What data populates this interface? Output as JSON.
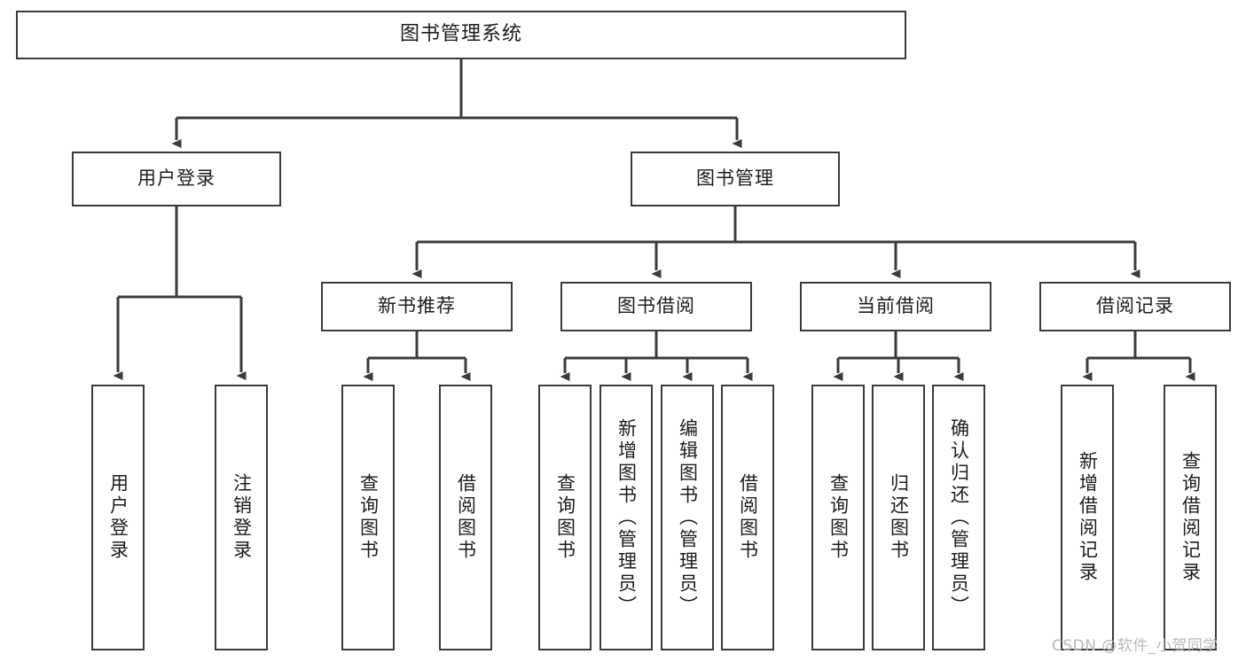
{
  "diagram": {
    "type": "tree-hierarchy",
    "title": "图书管理系统",
    "watermark": "CSDN @软件_小贺同学",
    "colors": {
      "background": "#ffffff",
      "box_border": "#3b3b3b",
      "connector": "#3b3b3b",
      "text": "#1c1c1c",
      "watermark": "#b9b9b9"
    },
    "root": {
      "label": "图书管理系统"
    },
    "level2": [
      {
        "label": "用户登录"
      },
      {
        "label": "图书管理"
      }
    ],
    "level3": [
      {
        "label": "新书推荐"
      },
      {
        "label": "图书借阅"
      },
      {
        "label": "当前借阅"
      },
      {
        "label": "借阅记录"
      }
    ],
    "leaves": {
      "user_login": [
        {
          "label": "用户登录"
        },
        {
          "label": "注销登录"
        }
      ],
      "new_book": [
        {
          "label": "查询图书"
        },
        {
          "label": "借阅图书"
        }
      ],
      "book_borrow": [
        {
          "label": "查询图书"
        },
        {
          "label": "新增图书（管理员）"
        },
        {
          "label": "编辑图书（管理员）"
        },
        {
          "label": "借阅图书"
        }
      ],
      "current_borrow": [
        {
          "label": "查询图书"
        },
        {
          "label": "归还图书"
        },
        {
          "label": "确认归还（管理员）"
        }
      ],
      "borrow_record": [
        {
          "label": "新增借阅记录"
        },
        {
          "label": "查询借阅记录"
        }
      ]
    }
  }
}
